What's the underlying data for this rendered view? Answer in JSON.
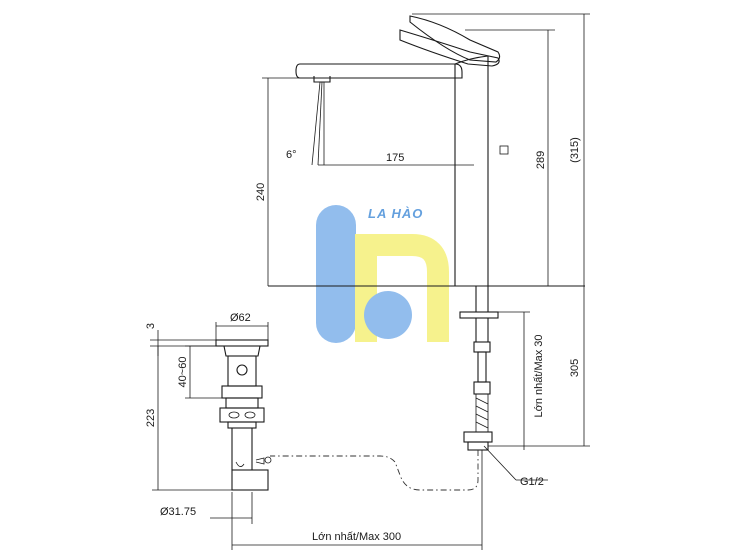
{
  "diagram": {
    "dimensions": {
      "spout_reach": "175",
      "spout_height": "240",
      "spout_angle": "6°",
      "body_height": "289",
      "overall_height": "(315)",
      "below_counter": "305",
      "pipe_max": "Lớn nhất/Max 30",
      "waste_diameter": "Ø62",
      "waste_flange": "3",
      "waste_range": "40~60",
      "waste_length": "223",
      "tail_diameter": "Ø31.75",
      "max_spacing": "Lớn nhất/Max 300",
      "thread": "G1/2"
    },
    "watermark": {
      "text": "LA HÀO",
      "colors": {
        "blue": "#7fb2ea",
        "yellow": "#f5f07a"
      }
    },
    "line_color": "#1a1a1a"
  }
}
